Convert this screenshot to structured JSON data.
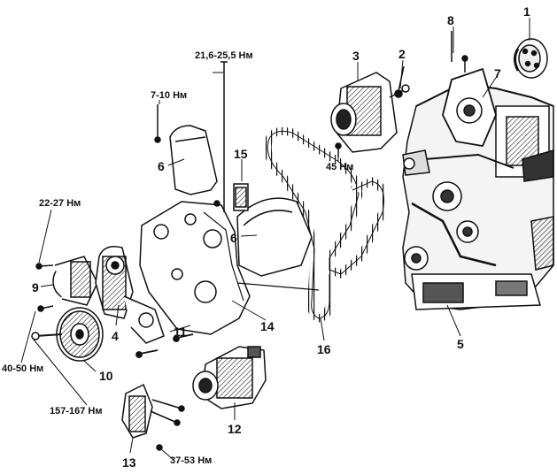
{
  "diagram": {
    "part_numbers": {
      "p1": "1",
      "p2": "2",
      "p3": "3",
      "p4": "4",
      "p5": "5",
      "p6a": "6",
      "p6b": "6",
      "p7": "7",
      "p8": "8",
      "p9": "9",
      "p10": "10",
      "p11": "11",
      "p12": "12",
      "p13": "13",
      "p14": "14",
      "p15": "15",
      "p16": "16"
    },
    "torques": {
      "t_21_25": "21,6-25,5 Нм",
      "t_7_10": "7-10 Нм",
      "t_45": "45 Нм",
      "t_22_27": "22-27 Нм",
      "t_40_50": "40-50 Нм",
      "t_157_167": "157-167 Нм",
      "t_37_53": "37-53 Нм"
    }
  }
}
